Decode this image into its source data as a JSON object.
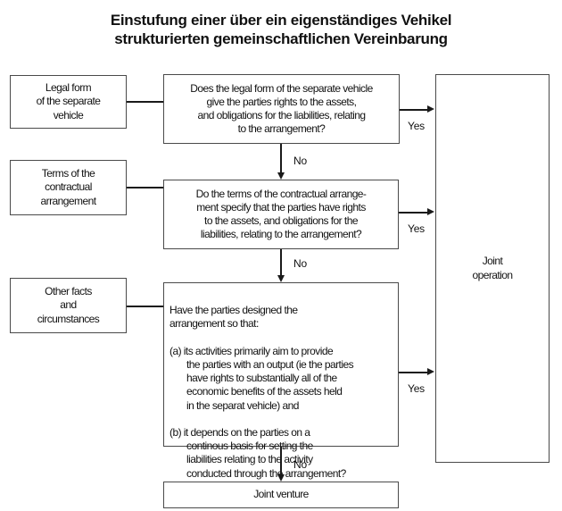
{
  "title": "Einstufung einer über ein eigenständiges Vehikel\nstrukturierten gemeinschaftlichen Vereinbarung",
  "colors": {
    "background": "#ffffff",
    "box_border": "#4a4a4a",
    "line": "#1a1a1a",
    "text": "#111111"
  },
  "flowchart": {
    "inputs": [
      {
        "label": "Legal form\nof the separate\nvehicle"
      },
      {
        "label": "Terms of the\ncontractual\narrangement"
      },
      {
        "label": "Other facts\nand\ncircumstances"
      }
    ],
    "questions": [
      {
        "text": "Does the legal form of the separate vehicle\ngive the parties rights to the assets,\nand obligations for the liabilities, relating\nto the arrangement?"
      },
      {
        "text": "Do the terms of the contractual arrange-\nment specify that the parties have rights\nto the assets, and obligations for the\nliabilities, relating to the arrangement?"
      },
      {
        "intro": "Have the parties designed the\narrangement so that:",
        "item_a": "(a)  its activities primarily aim to provide\nthe parties with an output (ie the parties\nhave rights to substantially all of the\neconomic benefits of the assets held\nin the separat vehicle) and",
        "item_b": "(b)  it depends on the parties on a\ncontinous basis for setting the\nliabilities relating to the activity\nconducted through the arrangement?"
      }
    ],
    "outcomes": {
      "joint_operation": "Joint\noperation",
      "joint_venture": "Joint venture"
    },
    "edge_labels": {
      "yes": "Yes",
      "no": "No"
    }
  }
}
